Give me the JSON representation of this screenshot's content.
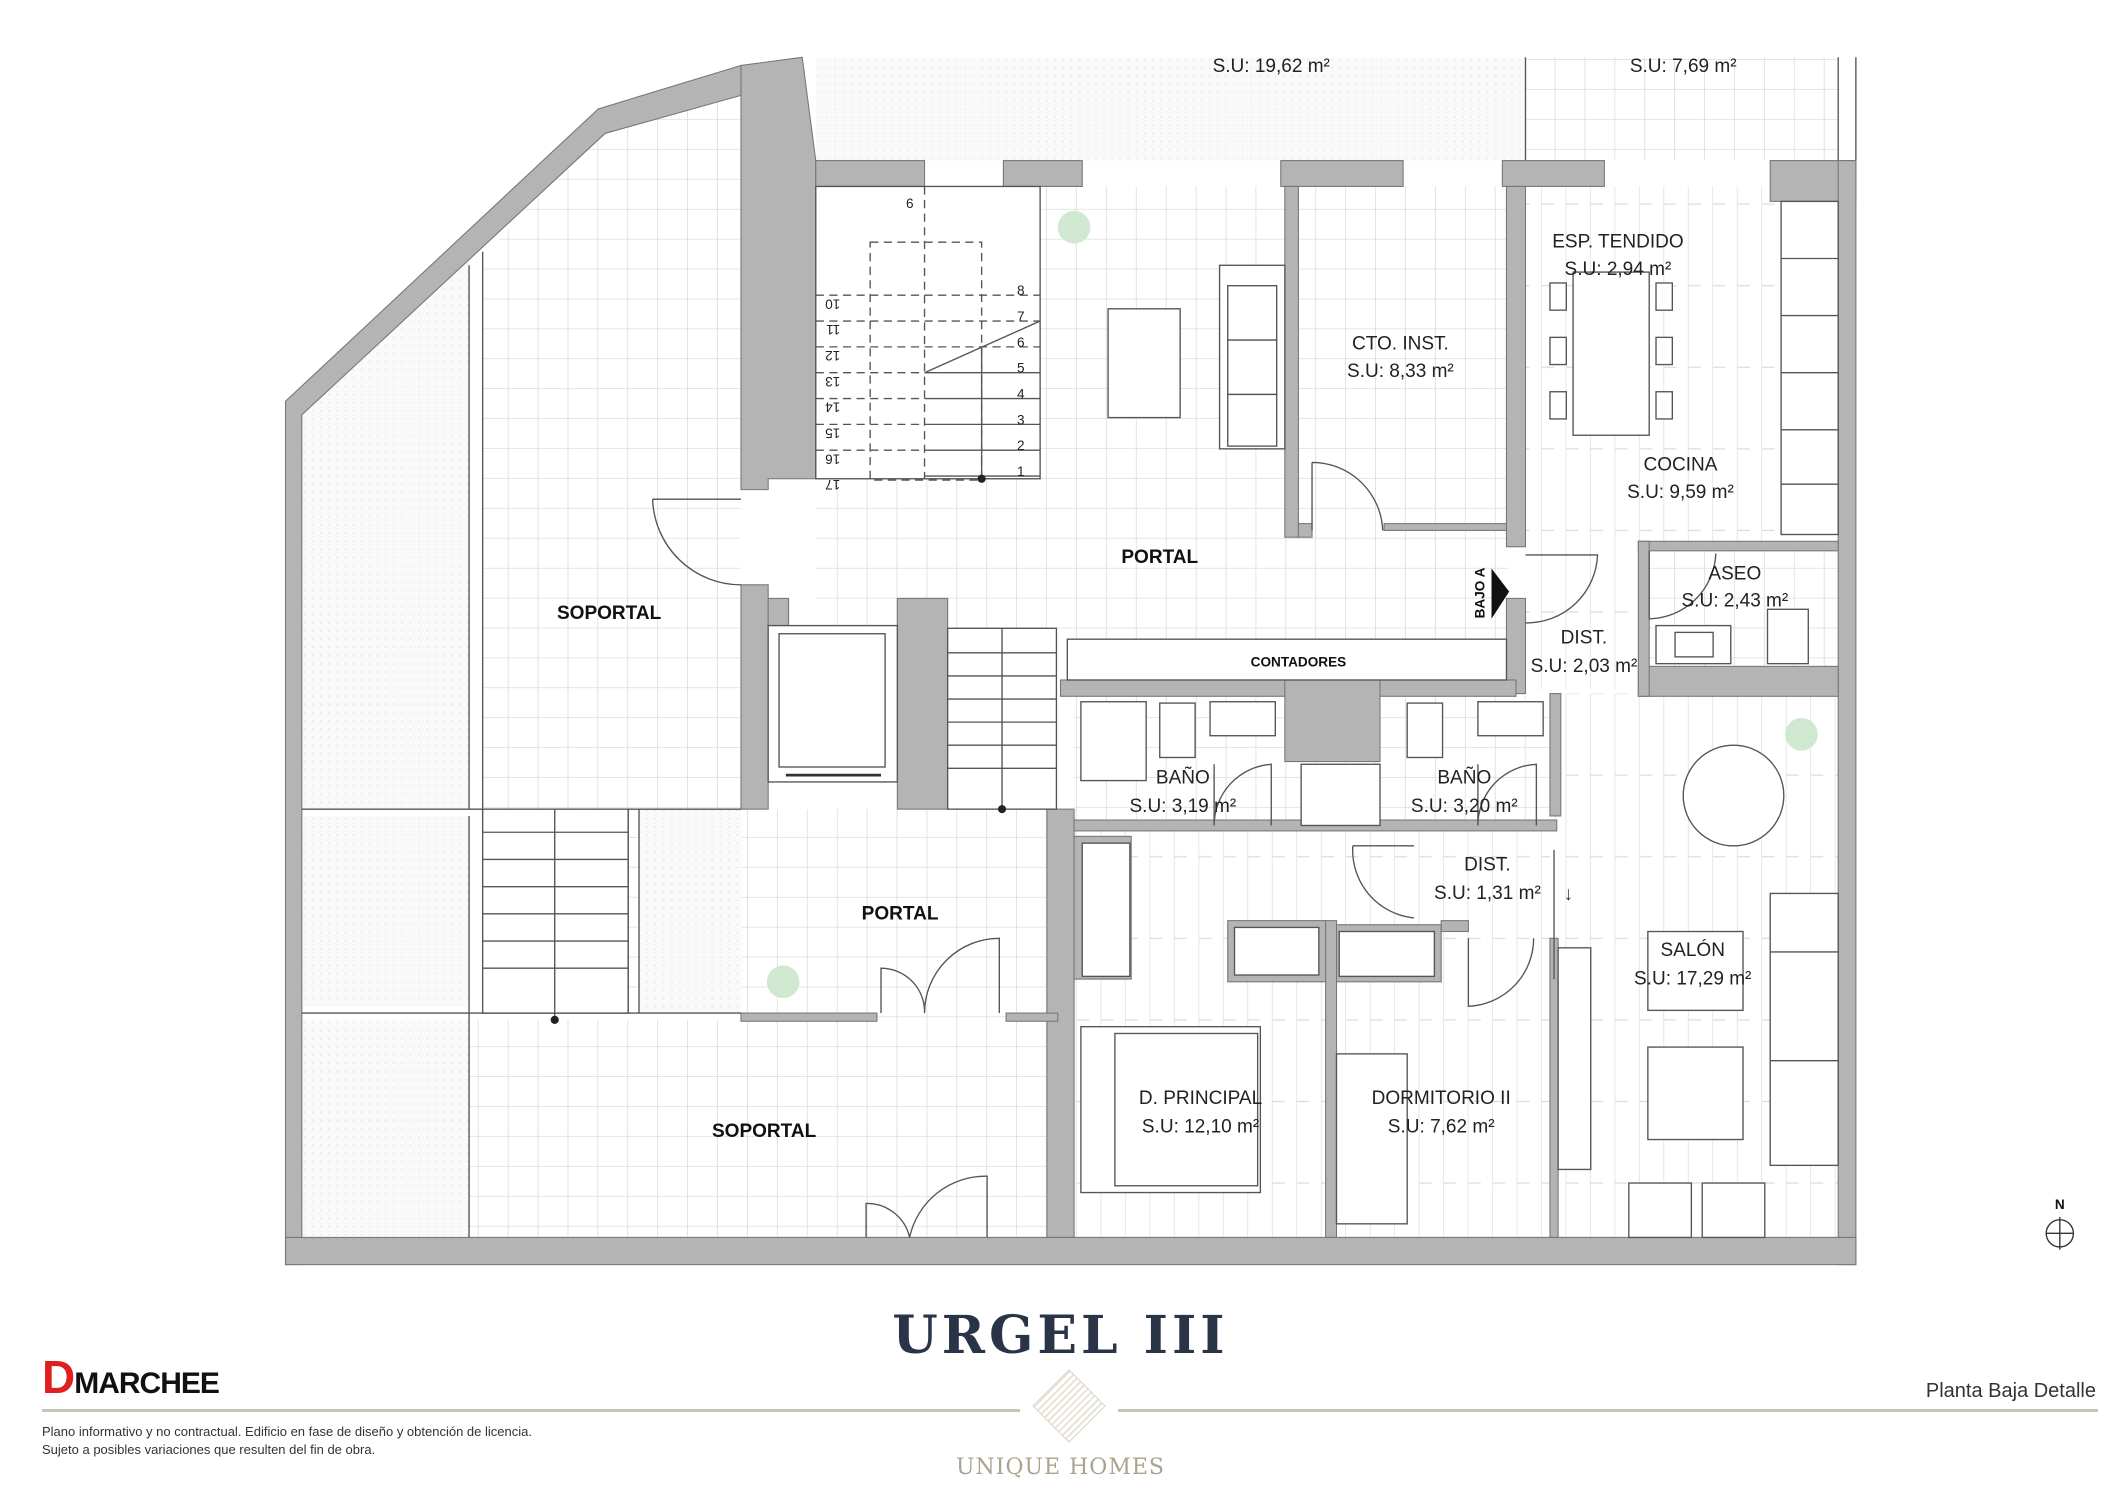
{
  "project": {
    "title": "URGEL III",
    "subtitle": "Planta Baja Detalle",
    "brand": "MARCHEE",
    "brand_initial": "D",
    "tagline": "UNIQUE HOMES",
    "disclaimer": [
      "Plano informativo y no contractual. Edificio en fase de diseño y obtención de licencia.",
      "Sujeto a posibles variaciones que resulten del fin de obra."
    ]
  },
  "rooms": {
    "terrace_1": {
      "area": "S.U: 19,62 m²"
    },
    "terrace_2": {
      "area": "S.U: 7,69 m²"
    },
    "soportal_1": {
      "name": "SOPORTAL"
    },
    "soportal_2": {
      "name": "SOPORTAL"
    },
    "portal_1": {
      "name": "PORTAL"
    },
    "portal_2": {
      "name": "PORTAL"
    },
    "contadores": {
      "name": "CONTADORES"
    },
    "bajo_a": {
      "name": "BAJO A"
    },
    "cto_inst": {
      "name": "CTO. INST.",
      "area": "S.U: 8,33 m²"
    },
    "esp_tendido": {
      "name": "ESP. TENDIDO",
      "area": "S.U: 2,94 m²"
    },
    "cocina": {
      "name": "COCINA",
      "area": "S.U: 9,59 m²"
    },
    "aseo": {
      "name": "ASEO",
      "area": "S.U: 2,43 m²"
    },
    "dist_1": {
      "name": "DIST.",
      "area": "S.U: 2,03 m²"
    },
    "bano_1": {
      "name": "BAÑO",
      "area": "S.U: 3,19 m²"
    },
    "bano_2": {
      "name": "BAÑO",
      "area": "S.U: 3,20 m²"
    },
    "dist_2": {
      "name": "DIST.",
      "area": "S.U: 1,31 m²"
    },
    "salon": {
      "name": "SALÓN",
      "area": "S.U: 17,29 m²"
    },
    "d_principal": {
      "name": "D. PRINCIPAL",
      "area": "S.U: 12,10 m²"
    },
    "dormitorio_2": {
      "name": "DORMITORIO II",
      "area": "S.U: 7,62 m²"
    }
  },
  "stairs": {
    "up": [
      "1",
      "2",
      "3",
      "4",
      "5",
      "6",
      "7",
      "8"
    ],
    "top": "9",
    "down": [
      "10",
      "11",
      "12",
      "13",
      "14",
      "15",
      "16",
      "17"
    ]
  },
  "compass": {
    "label": "N"
  },
  "colors": {
    "wall": "#b4b4b4",
    "title": "#2a3447",
    "brand_red": "#e02020",
    "plant_green": "#cfe8cf"
  }
}
